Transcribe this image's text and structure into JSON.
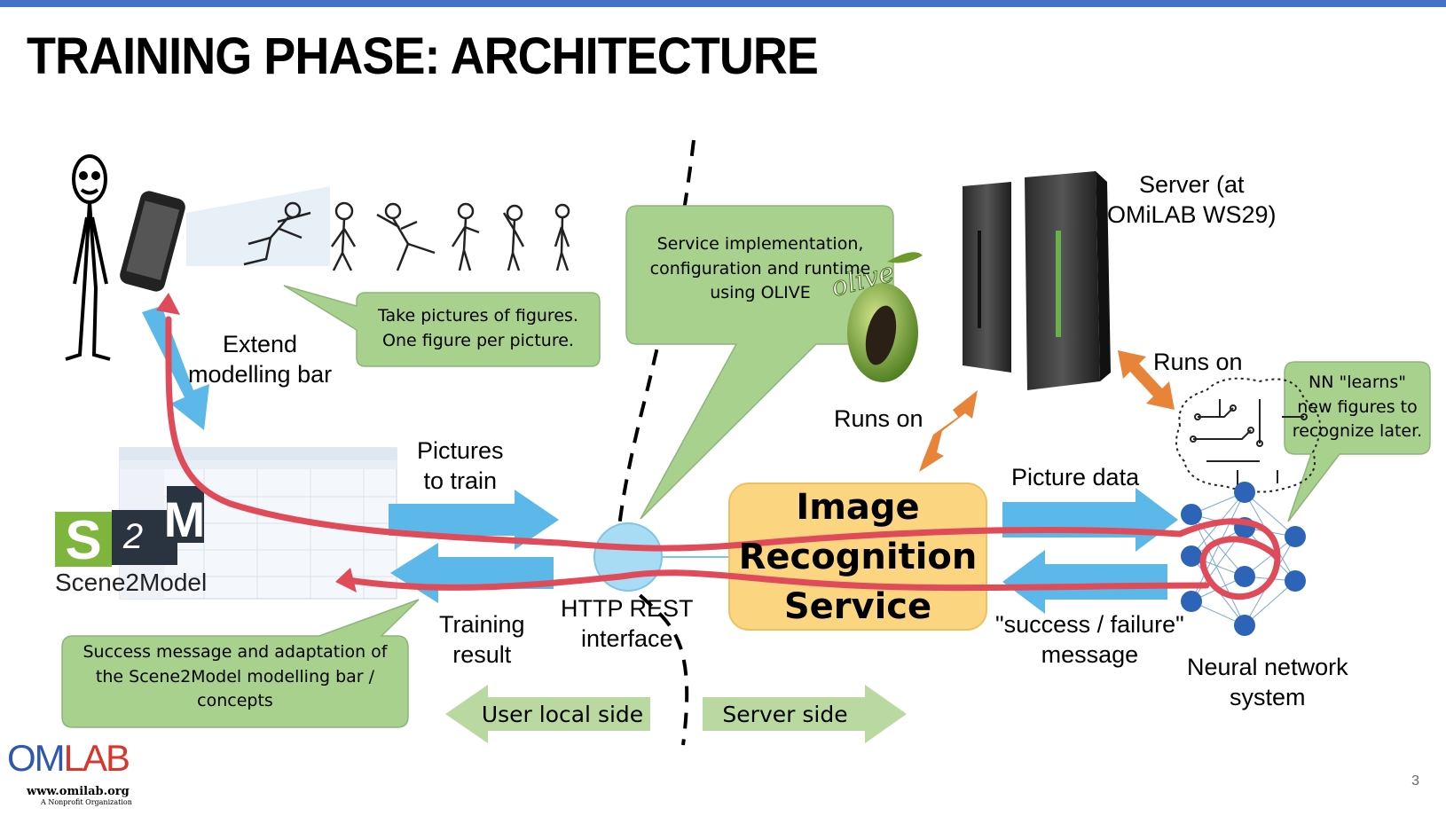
{
  "title": "TRAINING PHASE: ARCHITECTURE",
  "labels": {
    "extend": [
      "Extend",
      "modelling bar"
    ],
    "pictures_to_train": [
      "Pictures",
      "to train"
    ],
    "training_result": [
      "Training",
      "result"
    ],
    "http_rest": [
      "HTTP REST",
      "interface"
    ],
    "picture_data": "Picture data",
    "success_failure": [
      "\"success / failure\"",
      "message"
    ],
    "neural_network": [
      "Neural network",
      "system"
    ],
    "runs_on_left": "Runs on",
    "runs_on_right": "Runs on",
    "server": [
      "Server (at",
      "OMiLAB WS29)"
    ],
    "image_recognition": [
      "Image",
      "Recognition",
      "Service"
    ],
    "user_local_side": "User local side",
    "server_side": "Server side",
    "scene2model_text": "Scene2Model",
    "olive_logo_text": "olive"
  },
  "callouts": {
    "take_pictures": [
      "Take pictures of figures.",
      "One figure per picture."
    ],
    "service_impl": [
      "Service implementation,",
      "configuration and runtime",
      "using OLIVE"
    ],
    "nn_learns": [
      "NN \"learns\"",
      "new figures to",
      "recognize later."
    ],
    "success_message": [
      "Success message and adaptation of",
      "the Scene2Model modelling bar /",
      "concepts"
    ]
  },
  "footer": {
    "logo_om": "OM",
    "logo_lab": "LAB",
    "website": "www.omilab.org",
    "tagline": "A Nonprofit Organization",
    "page_number": "3"
  },
  "colors": {
    "top_bar": "#4472c4",
    "callout_fill": "#a9d18e",
    "callout_stroke": "#8db47a",
    "blue_arrow": "#5bb8e8",
    "red_loop": "#e04b5a",
    "orange_arrow": "#e8843a",
    "irs_fill": "#fcd581",
    "side_arrow": "#b9d9a0",
    "neuron": "#2e64b8"
  }
}
